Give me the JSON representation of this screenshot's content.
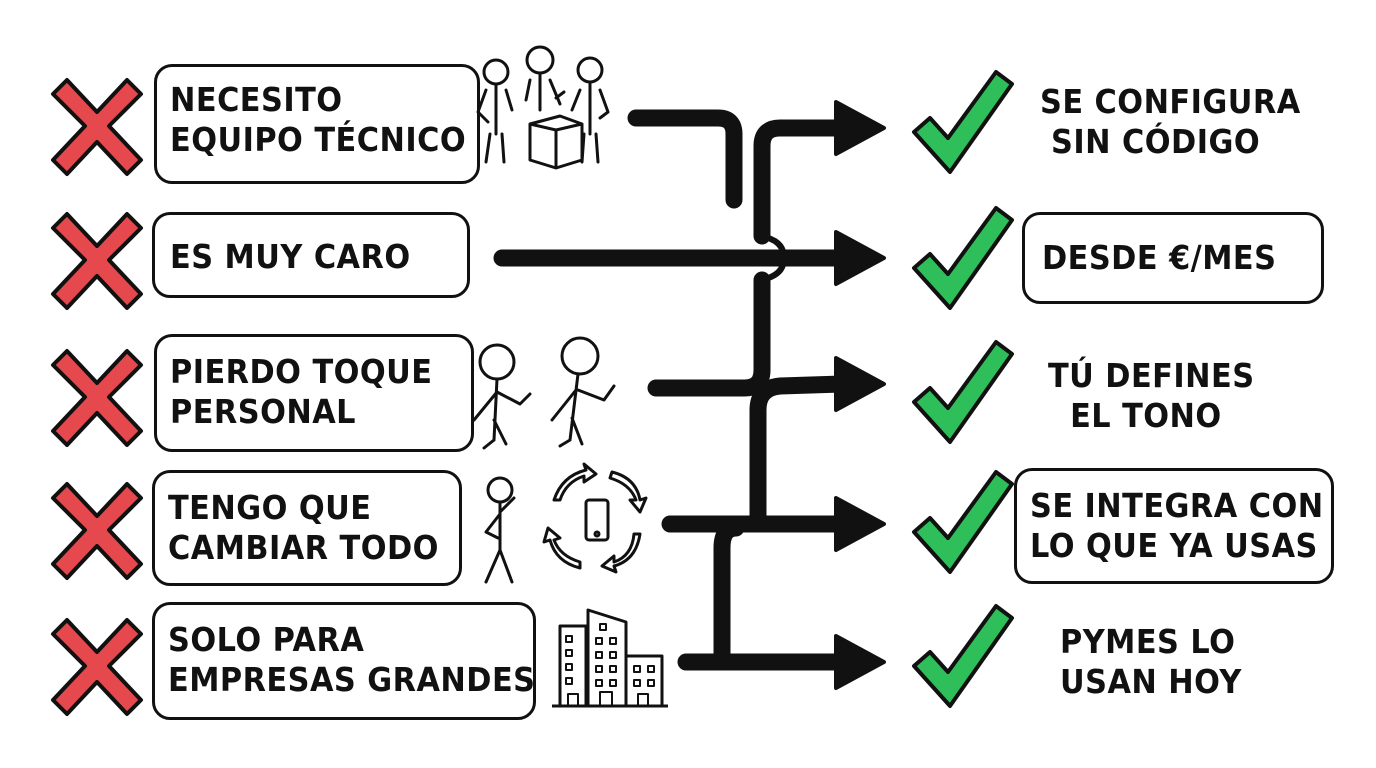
{
  "diagram": {
    "type": "objection-to-solution flow",
    "colors": {
      "cross_fill": "#e5484d",
      "check_fill": "#2fbf5a",
      "stroke": "#111111",
      "background": "#ffffff"
    },
    "objections": [
      {
        "icon": "x-mark-icon",
        "line1": "NECESITO",
        "line2": "EQUIPO TÉCNICO",
        "illustration": "tech-team-icon"
      },
      {
        "icon": "x-mark-icon",
        "line1": "ES MUY CARO",
        "line2": "",
        "illustration": ""
      },
      {
        "icon": "x-mark-icon",
        "line1": "PIERDO TOQUE",
        "line2": "PERSONAL",
        "illustration": "two-people-talking-icon"
      },
      {
        "icon": "x-mark-icon",
        "line1": "TENGO QUE",
        "line2": "CAMBIAR TODO",
        "illustration": "person-phone-cycle-icon"
      },
      {
        "icon": "x-mark-icon",
        "line1": "SOLO PARA",
        "line2": "EMPRESAS GRANDES",
        "illustration": "office-buildings-icon"
      }
    ],
    "solutions": [
      {
        "icon": "check-mark-icon",
        "line1": "SE CONFIGURA",
        "line2": "SIN CÓDIGO",
        "boxed": false
      },
      {
        "icon": "check-mark-icon",
        "line1": "DESDE €/MES",
        "line2": "",
        "boxed": true
      },
      {
        "icon": "check-mark-icon",
        "line1": "TÚ DEFINES",
        "line2": "EL TONO",
        "boxed": false
      },
      {
        "icon": "check-mark-icon",
        "line1": "SE INTEGRA CON",
        "line2": "LO QUE YA USAS",
        "boxed": true
      },
      {
        "icon": "check-mark-icon",
        "line1": "PYMES LO",
        "line2": "USAN HOY",
        "boxed": false
      }
    ]
  }
}
